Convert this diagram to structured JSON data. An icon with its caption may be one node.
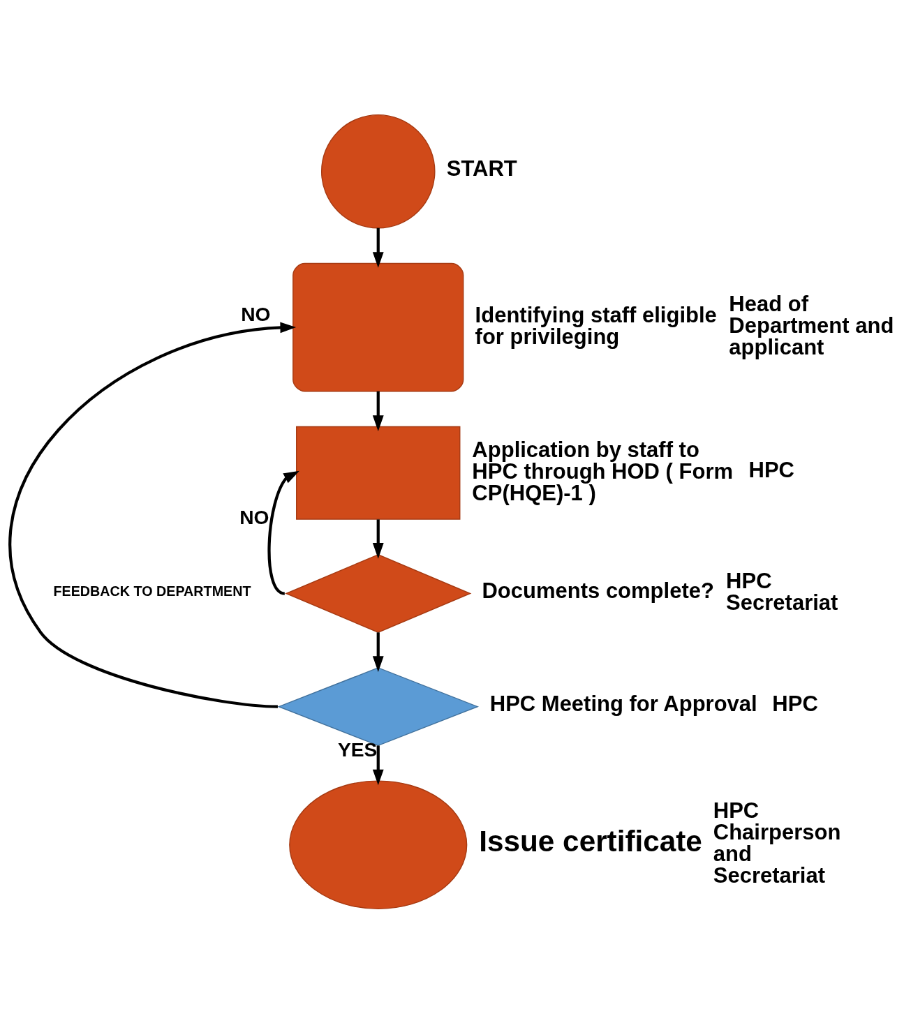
{
  "diagram": {
    "nodes": [
      {
        "text": [],
        "shape": "circle",
        "beside": [
          "START"
        ]
      },
      {
        "text": [],
        "shape": "box",
        "beside": [
          "Identifying staff eligible for privileging",
          "Head of Department and applicant"
        ]
      },
      {
        "text": [],
        "shape": "box",
        "beside": [
          "Application by staff to HPC through HOD ( Form CP(HQE)-1 )",
          "HPC"
        ]
      },
      {
        "text": [],
        "shape": "diamond",
        "beside": [
          "Documents complete?",
          "HPC Secretariat"
        ]
      },
      {
        "text": [],
        "shape": "diamond",
        "beside": [
          "HPC Meeting for Approval",
          "HPC"
        ]
      },
      {
        "text": [],
        "shape": "circle",
        "beside": [
          "Issue certificate",
          "HPC Chairperson and Secretariat"
        ]
      }
    ],
    "edges": [
      {
        "from": 0,
        "to": 1,
        "arrow": "to"
      },
      {
        "from": 1,
        "to": 2,
        "arrow": "to"
      },
      {
        "from": 2,
        "to": 3,
        "arrow": "to"
      },
      {
        "from": 3,
        "to": 2,
        "arrow": "to",
        "label": "NO"
      },
      {
        "from": 3,
        "to": 4,
        "arrow": "to"
      },
      {
        "from": 4,
        "to": 1,
        "arrow": "to",
        "label": "NO"
      },
      {
        "from": 4,
        "to": 5,
        "arrow": "to",
        "label": "YES"
      }
    ],
    "labels": [
      "FEEDBACK TO DEPARTMENT"
    ]
  }
}
